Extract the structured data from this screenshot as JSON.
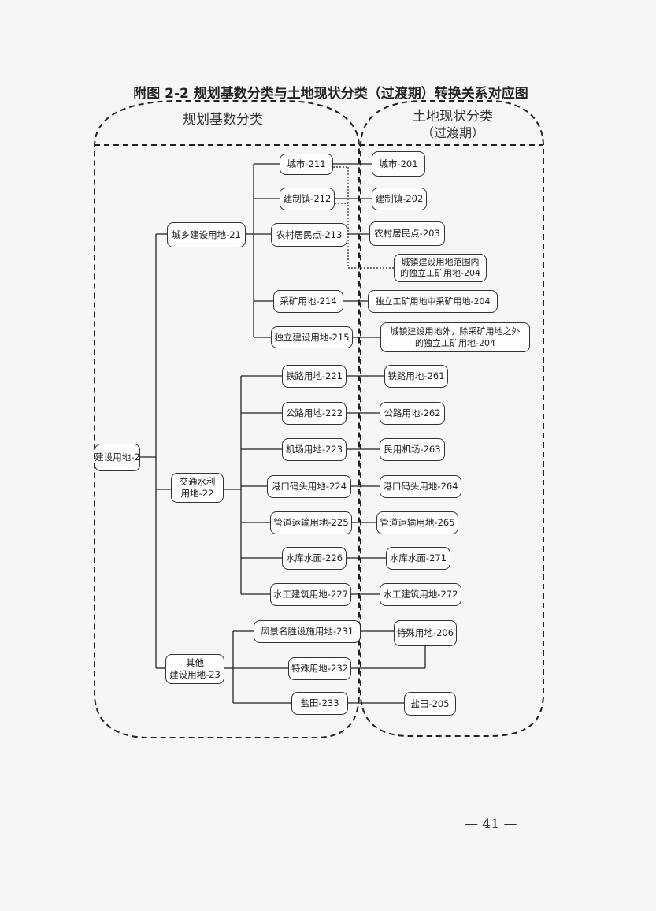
{
  "title": "附图 2-2  规划基数分类与土地现状分类（过渡期）转换关系对应图",
  "left_group_title": "规划基数分类",
  "right_group_title_line1": "土地现状分类",
  "right_group_title_line2": "（过渡期）",
  "nodes": {
    "root": "建设用地-2",
    "c21": "城乡建设用地-21",
    "c22_l1": "交通水利",
    "c22_l2": "用地-22",
    "c23_l1": "其他",
    "c23_l2": "建设用地-23",
    "n211": "城市-211",
    "n212": "建制镇-212",
    "n213": "农村居民点-213",
    "n214": "采矿用地-214",
    "n215": "独立建设用地-215",
    "n221": "铁路用地-221",
    "n222": "公路用地-222",
    "n223": "机场用地-223",
    "n224": "港口码头用地-224",
    "n225": "管道运输用地-225",
    "n226": "水库水面-226",
    "n227": "水工建筑用地-227",
    "n231": "风景名胜设施用地-231",
    "n232": "特殊用地-232",
    "n233": "盐田-233",
    "r201": "城市-201",
    "r202": "建制镇-202",
    "r203": "农村居民点-203",
    "r204a_l1": "城镇建设用地范围内",
    "r204a_l2": "的独立工矿用地-204",
    "r204b": "独立工矿用地中采矿用地-204",
    "r204c_l1": "城镇建设用地外，除采矿用地之外",
    "r204c_l2": "的独立工矿用地-204",
    "r261": "铁路用地-261",
    "r262": "公路用地-262",
    "r263": "民用机场-263",
    "r264": "港口码头用地-264",
    "r265": "管道运输用地-265",
    "r271": "水库水面-271",
    "r272": "水工建筑用地-272",
    "r206": "特殊用地-206",
    "r205": "盐田-205"
  },
  "page_number": "—  41  —"
}
